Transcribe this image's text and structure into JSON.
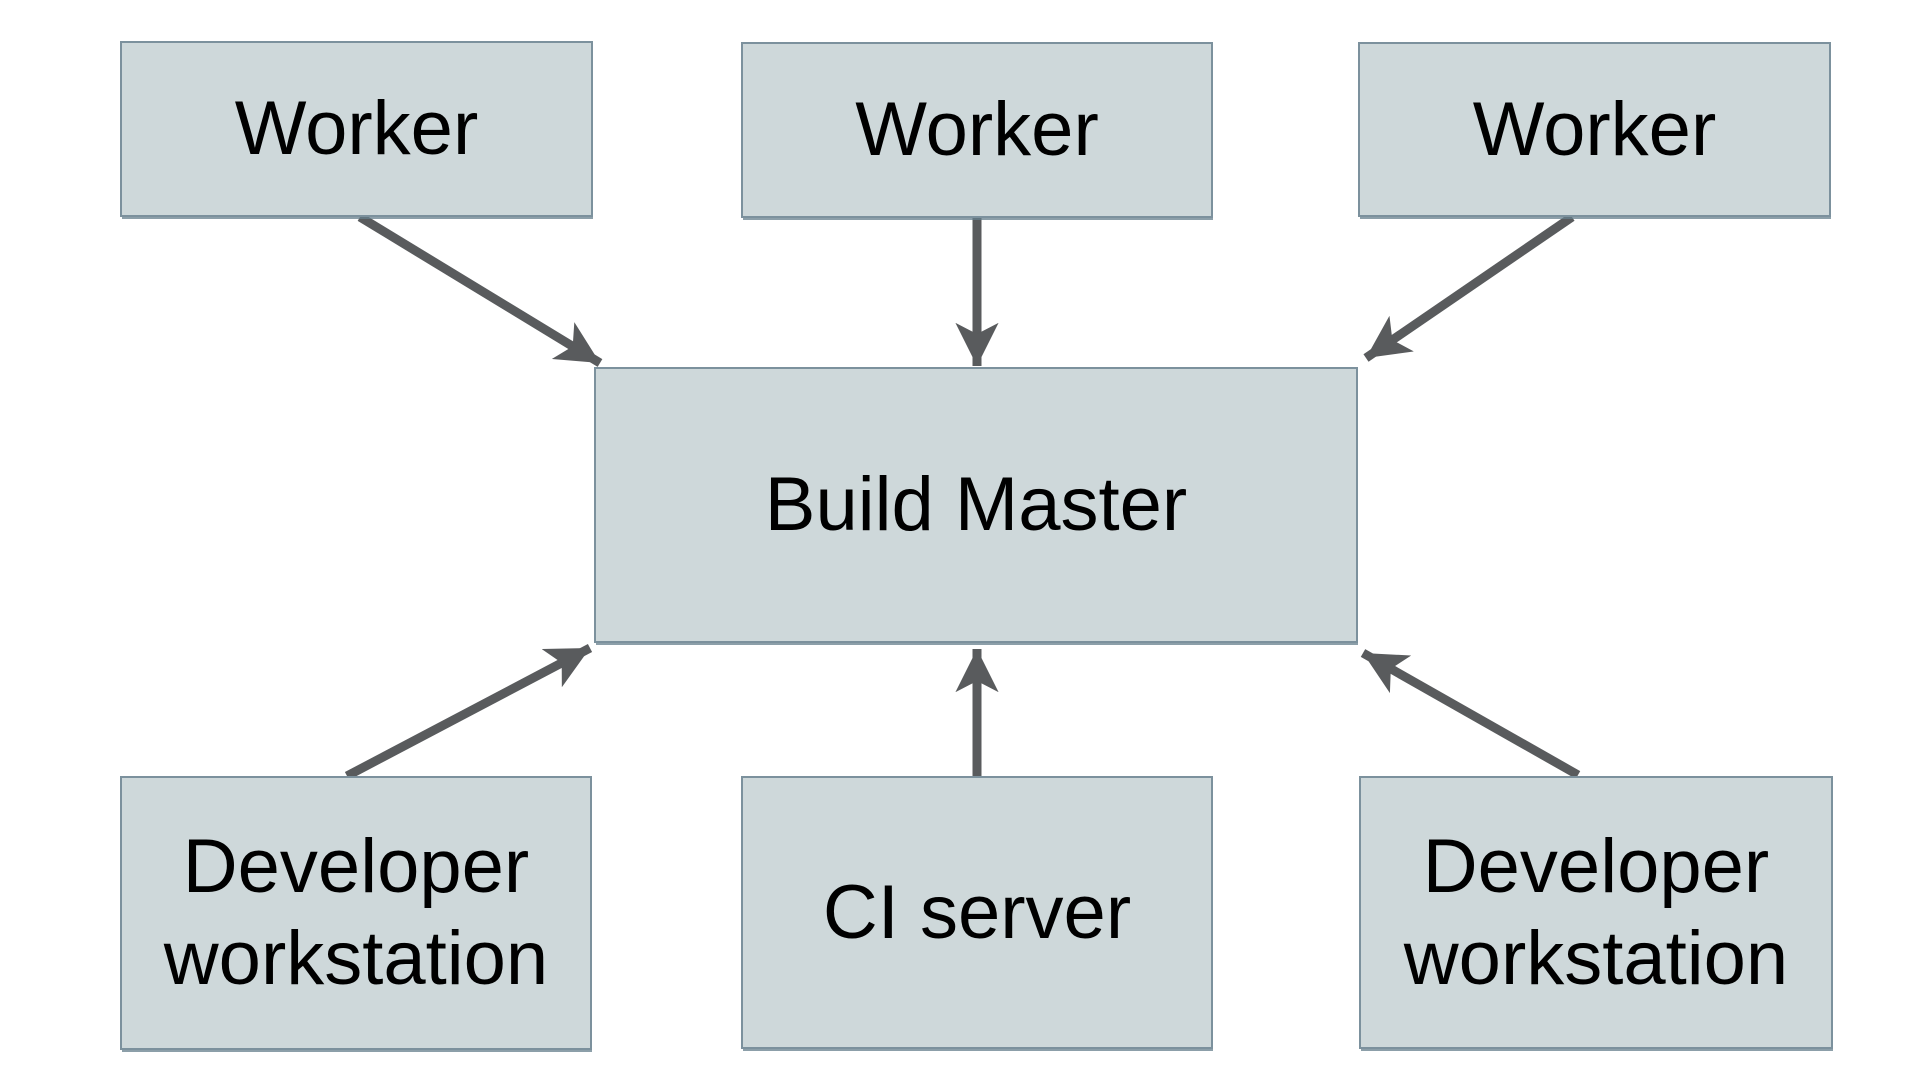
{
  "diagram": {
    "nodes": [
      {
        "id": "worker-1",
        "label": "Worker"
      },
      {
        "id": "worker-2",
        "label": "Worker"
      },
      {
        "id": "worker-3",
        "label": "Worker"
      },
      {
        "id": "build-master",
        "label": "Build Master"
      },
      {
        "id": "developer-workstation-left",
        "label": "Developer workstation"
      },
      {
        "id": "ci-server",
        "label": "CI server"
      },
      {
        "id": "developer-workstation-right",
        "label": "Developer workstation"
      }
    ],
    "edges": [
      {
        "from": "worker-1",
        "to": "build-master"
      },
      {
        "from": "worker-2",
        "to": "build-master"
      },
      {
        "from": "worker-3",
        "to": "build-master"
      },
      {
        "from": "developer-workstation-left",
        "to": "build-master"
      },
      {
        "from": "ci-server",
        "to": "build-master"
      },
      {
        "from": "developer-workstation-right",
        "to": "build-master"
      }
    ],
    "colors": {
      "node_fill": "#ced8da",
      "node_border": "#7c919d",
      "arrow": "#595b5d",
      "text": "#000000",
      "background": "#ffffff"
    }
  }
}
